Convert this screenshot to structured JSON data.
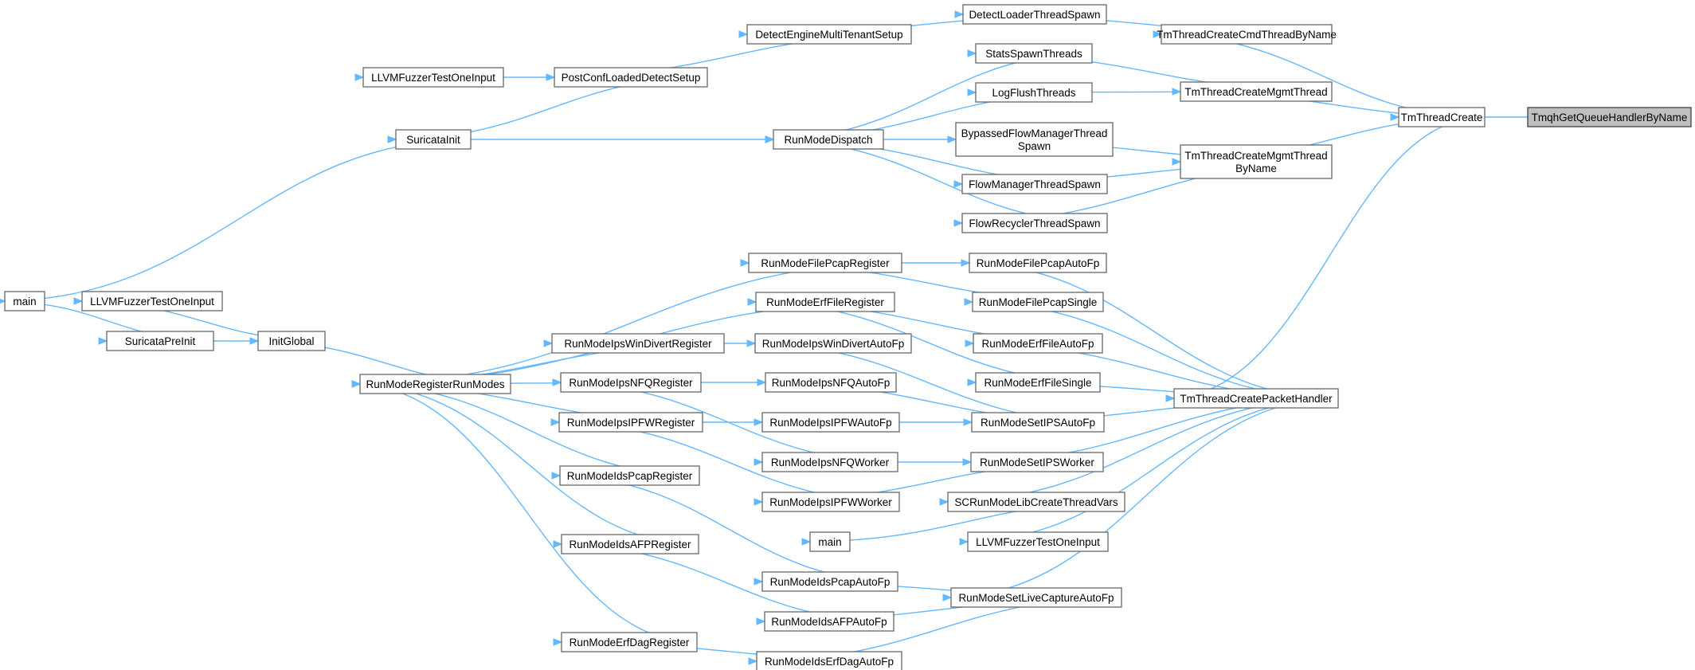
{
  "diagram": {
    "type": "call-graph",
    "edge_color": "#63b8ff",
    "node_border_color": "#666666",
    "highlight_fill": "#bfbfbf",
    "nodes": [
      {
        "id": "tmqh",
        "label": [
          "TmqhGetQueueHandlerByName"
        ],
        "highlight": true
      },
      {
        "id": "tmtc",
        "label": [
          "TmThreadCreate"
        ]
      },
      {
        "id": "tmcmd",
        "label": [
          "TmThreadCreateCmdThreadByName"
        ]
      },
      {
        "id": "tmmgmt",
        "label": [
          "TmThreadCreateMgmtThread"
        ]
      },
      {
        "id": "tmmgmtbn",
        "label": [
          "TmThreadCreateMgmtThread",
          "ByName"
        ]
      },
      {
        "id": "tmpkt",
        "label": [
          "TmThreadCreatePacketHandler"
        ]
      },
      {
        "id": "dlts",
        "label": [
          "DetectLoaderThreadSpawn"
        ]
      },
      {
        "id": "demts",
        "label": [
          "DetectEngineMultiTenantSetup"
        ]
      },
      {
        "id": "pcld",
        "label": [
          "PostConfLoadedDetectSetup"
        ]
      },
      {
        "id": "llvm1",
        "label": [
          "LLVMFuzzerTestOneInput"
        ]
      },
      {
        "id": "sinit",
        "label": [
          "SuricataInit"
        ]
      },
      {
        "id": "main1",
        "label": [
          "main"
        ]
      },
      {
        "id": "sst",
        "label": [
          "StatsSpawnThreads"
        ]
      },
      {
        "id": "lft",
        "label": [
          "LogFlushThreads"
        ]
      },
      {
        "id": "bfmts",
        "label": [
          "BypassedFlowManagerThread",
          "Spawn"
        ]
      },
      {
        "id": "fmts",
        "label": [
          "FlowManagerThreadSpawn"
        ]
      },
      {
        "id": "frts",
        "label": [
          "FlowRecyclerThreadSpawn"
        ]
      },
      {
        "id": "rmd",
        "label": [
          "RunModeDispatch"
        ]
      },
      {
        "id": "llvm2",
        "label": [
          "LLVMFuzzerTestOneInput"
        ]
      },
      {
        "id": "spi",
        "label": [
          "SuricataPreInit"
        ]
      },
      {
        "id": "ig",
        "label": [
          "InitGlobal"
        ]
      },
      {
        "id": "rmrrm",
        "label": [
          "RunModeRegisterRunModes"
        ]
      },
      {
        "id": "rmfpr",
        "label": [
          "RunModeFilePcapRegister"
        ]
      },
      {
        "id": "rmefr",
        "label": [
          "RunModeErfFileRegister"
        ]
      },
      {
        "id": "rmiwdr",
        "label": [
          "RunModeIpsWinDivertRegister"
        ]
      },
      {
        "id": "rminfqr",
        "label": [
          "RunModeIpsNFQRegister"
        ]
      },
      {
        "id": "rmipfwr",
        "label": [
          "RunModeIpsIPFWRegister"
        ]
      },
      {
        "id": "rmidpr",
        "label": [
          "RunModeIdsPcapRegister"
        ]
      },
      {
        "id": "rmiafpr",
        "label": [
          "RunModeIdsAFPRegister"
        ]
      },
      {
        "id": "rmedr",
        "label": [
          "RunModeErfDagRegister"
        ]
      },
      {
        "id": "rmfpaf",
        "label": [
          "RunModeFilePcapAutoFp"
        ]
      },
      {
        "id": "rmfps",
        "label": [
          "RunModeFilePcapSingle"
        ]
      },
      {
        "id": "rmefaf",
        "label": [
          "RunModeErfFileAutoFp"
        ]
      },
      {
        "id": "rmiwdaf",
        "label": [
          "RunModeIpsWinDivertAutoFp"
        ]
      },
      {
        "id": "rmefs",
        "label": [
          "RunModeErfFileSingle"
        ]
      },
      {
        "id": "rminfqaf",
        "label": [
          "RunModeIpsNFQAutoFp"
        ]
      },
      {
        "id": "rmsipsaf",
        "label": [
          "RunModeSetIPSAutoFp"
        ]
      },
      {
        "id": "rmipfwaf",
        "label": [
          "RunModeIpsIPFWAutoFp"
        ]
      },
      {
        "id": "rminfqw",
        "label": [
          "RunModeIpsNFQWorker"
        ]
      },
      {
        "id": "rmsipsw",
        "label": [
          "RunModeSetIPSWorker"
        ]
      },
      {
        "id": "rmipfww",
        "label": [
          "RunModeIpsIPFWWorker"
        ]
      },
      {
        "id": "scrm",
        "label": [
          "SCRunModeLibCreateThreadVars"
        ]
      },
      {
        "id": "main2",
        "label": [
          "main"
        ]
      },
      {
        "id": "llvm3",
        "label": [
          "LLVMFuzzerTestOneInput"
        ]
      },
      {
        "id": "rmidpaf",
        "label": [
          "RunModeIdsPcapAutoFp"
        ]
      },
      {
        "id": "rmslcaf",
        "label": [
          "RunModeSetLiveCaptureAutoFp"
        ]
      },
      {
        "id": "rmiafpaf",
        "label": [
          "RunModeIdsAFPAutoFp"
        ]
      },
      {
        "id": "rmiedaf",
        "label": [
          "RunModeIdsErfDagAutoFp"
        ]
      }
    ],
    "edges": [
      [
        "tmtc",
        "tmqh"
      ],
      [
        "tmcmd",
        "tmtc"
      ],
      [
        "tmmgmt",
        "tmtc"
      ],
      [
        "tmmgmtbn",
        "tmtc"
      ],
      [
        "tmpkt",
        "tmtc"
      ],
      [
        "dlts",
        "tmcmd"
      ],
      [
        "demts",
        "dlts"
      ],
      [
        "pcld",
        "demts"
      ],
      [
        "llvm1",
        "pcld"
      ],
      [
        "sinit",
        "pcld"
      ],
      [
        "main1",
        "sinit"
      ],
      [
        "sinit",
        "rmd"
      ],
      [
        "sst",
        "tmmgmt"
      ],
      [
        "lft",
        "tmmgmt"
      ],
      [
        "bfmts",
        "tmmgmtbn"
      ],
      [
        "fmts",
        "tmmgmtbn"
      ],
      [
        "frts",
        "tmmgmtbn"
      ],
      [
        "rmd",
        "sst"
      ],
      [
        "rmd",
        "lft"
      ],
      [
        "rmd",
        "bfmts"
      ],
      [
        "rmd",
        "fmts"
      ],
      [
        "rmd",
        "frts"
      ],
      [
        "main1",
        "spi"
      ],
      [
        "spi",
        "ig"
      ],
      [
        "llvm2",
        "ig"
      ],
      [
        "ig",
        "rmrrm"
      ],
      [
        "rmrrm",
        "rmfpr"
      ],
      [
        "rmrrm",
        "rmefr"
      ],
      [
        "rmrrm",
        "rmiwdr"
      ],
      [
        "rmrrm",
        "rminfqr"
      ],
      [
        "rmrrm",
        "rmipfwr"
      ],
      [
        "rmrrm",
        "rmidpr"
      ],
      [
        "rmrrm",
        "rmiafpr"
      ],
      [
        "rmrrm",
        "rmedr"
      ],
      [
        "rmfpr",
        "rmfpaf"
      ],
      [
        "rmfpr",
        "rmfps"
      ],
      [
        "rmefr",
        "rmefaf"
      ],
      [
        "rmefr",
        "rmefs"
      ],
      [
        "rmiwdr",
        "rmiwdaf"
      ],
      [
        "rminfqr",
        "rminfqaf"
      ],
      [
        "rminfqr",
        "rminfqw"
      ],
      [
        "rmipfwr",
        "rmipfwaf"
      ],
      [
        "rmipfwr",
        "rmipfww"
      ],
      [
        "rmiwdaf",
        "rmsipsaf"
      ],
      [
        "rminfqaf",
        "rmsipsaf"
      ],
      [
        "rmipfwaf",
        "rmsipsaf"
      ],
      [
        "rminfqw",
        "rmsipsw"
      ],
      [
        "rmipfww",
        "rmsipsw"
      ],
      [
        "rmidpr",
        "rmidpaf"
      ],
      [
        "rmiafpr",
        "rmiafpaf"
      ],
      [
        "rmedr",
        "rmiedaf"
      ],
      [
        "rmidpaf",
        "rmslcaf"
      ],
      [
        "rmiafpaf",
        "rmslcaf"
      ],
      [
        "rmiedaf",
        "rmslcaf"
      ],
      [
        "main2",
        "scrm"
      ],
      [
        "rmfpaf",
        "tmpkt"
      ],
      [
        "rmfps",
        "tmpkt"
      ],
      [
        "rmefaf",
        "tmpkt"
      ],
      [
        "rmefs",
        "tmpkt"
      ],
      [
        "rmsipsaf",
        "tmpkt"
      ],
      [
        "rmsipsw",
        "tmpkt"
      ],
      [
        "scrm",
        "tmpkt"
      ],
      [
        "llvm3",
        "tmpkt"
      ],
      [
        "rmslcaf",
        "tmpkt"
      ]
    ]
  }
}
